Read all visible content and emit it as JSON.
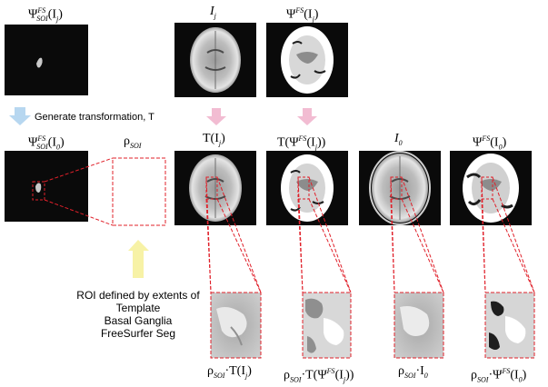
{
  "labels": {
    "psi_soi_ij": "Ψ",
    "psi_soi_ij_sup": "FS",
    "psi_soi_ij_sub": "SOI",
    "psi_soi_ij_arg": "(I",
    "psi_soi_ij_argsub": "j",
    "psi_soi_i0_arg": "(I",
    "psi_soi_i0_argsub": "0",
    "ij": "I",
    "ij_sub": "j",
    "psi_fs_ij": "Ψ",
    "psi_fs_ij_sup": "FS",
    "rho_soi": "ρ",
    "rho_soi_sub": "SOI",
    "t_ij": "T(I",
    "t_psi": "T(Ψ",
    "i0": "I",
    "i0_sub": "0",
    "psi_fs_i0": "Ψ",
    "close_paren": ")",
    "close_paren2": "))"
  },
  "annotations": {
    "generate_transform": "Generate transformation, T",
    "roi_line1": "ROI defined by extents of",
    "roi_line2": "Template",
    "roi_line3": "Basal Ganglia",
    "roi_line4": "FreeSurfer Seg"
  },
  "bottom_labels": {
    "b1_rho": "ρ",
    "b1_sub": "SOI",
    "b1_rest": "·T(I",
    "b1_j": "j",
    "b2_rest": "·T(Ψ",
    "b3_rest": "·I",
    "b3_0": "0",
    "b4_rest": "·Ψ"
  },
  "colors": {
    "arrow_blue": "#b7d7f0",
    "arrow_pink": "#f2bcd2",
    "arrow_yellow": "#f7f2a6",
    "dash_red": "#e0202a",
    "panel_black": "#0a0a0a"
  }
}
